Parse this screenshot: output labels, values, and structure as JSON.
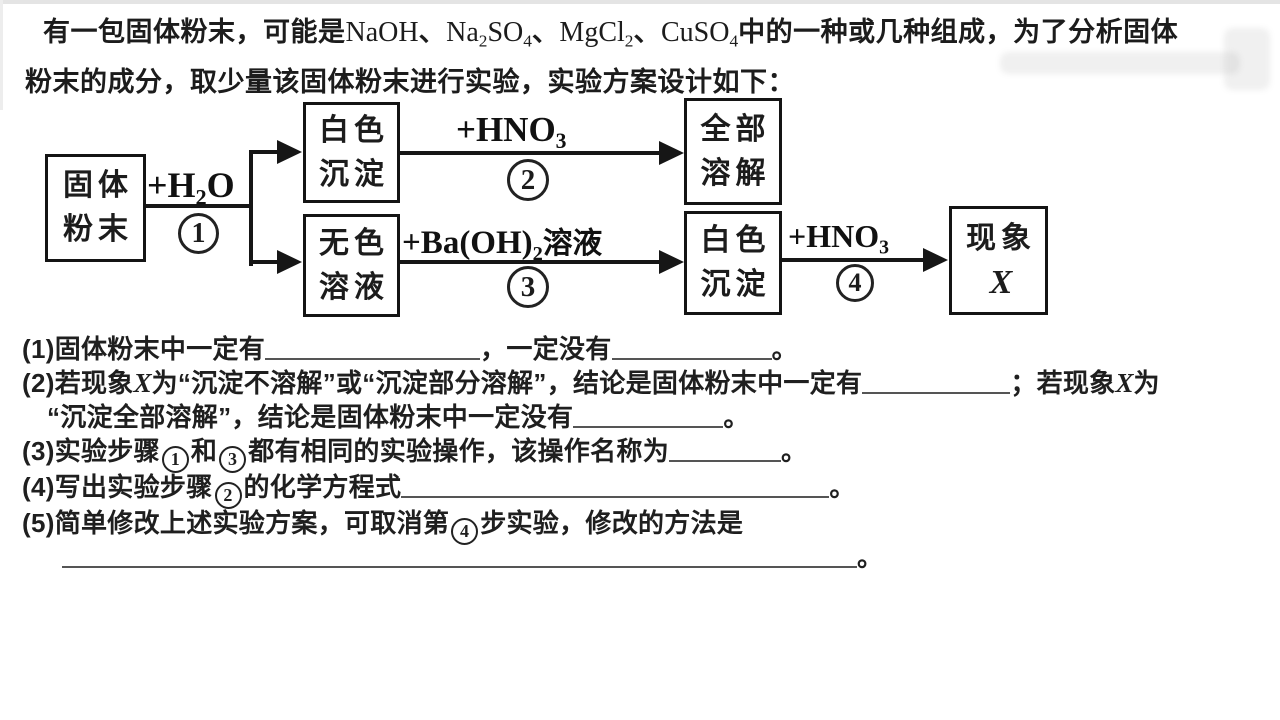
{
  "page": {
    "bg": "#ffffff",
    "ink": "#1c1c1c",
    "box_border": "#141414",
    "blank_line": "#555555"
  },
  "intro": {
    "l1_a": "有一包固体粉末，可能是",
    "chem1": "NaOH",
    "dun1": "、",
    "chem2_a": "Na",
    "chem2_s1": "2",
    "chem2_b": "SO",
    "chem2_s2": "4",
    "dun2": "、",
    "chem3_a": "MgCl",
    "chem3_s": "2",
    "dun3": "、",
    "chem4_a": "CuSO",
    "chem4_s": "4",
    "l1_b": "中的一种或几种组成，为了分析固体",
    "l2": "粉末的成分，取少量该固体粉末进行实验，实验方案设计如下："
  },
  "flowchart": {
    "solid_box": {
      "l1": "固体",
      "l2": "粉末"
    },
    "white_precip_1": {
      "l1": "白色",
      "l2": "沉淀"
    },
    "colorless_box": {
      "l1": "无色",
      "l2": "溶液"
    },
    "dissolve_box": {
      "l1": "全部",
      "l2": "溶解"
    },
    "white_precip_2": {
      "l1": "白色",
      "l2": "沉淀"
    },
    "phenomenon_box": {
      "l1": "现象",
      "l2": "X"
    },
    "step1": {
      "pre": "+H",
      "sub": "2",
      "post": "O",
      "num": "1"
    },
    "step2": {
      "pre": "+HNO",
      "sub": "3",
      "num": "2"
    },
    "step3": {
      "pre": "+Ba(OH)",
      "sub": "2",
      "post": "溶液",
      "num": "3"
    },
    "step4": {
      "pre": "+HNO",
      "sub": "3",
      "num": "4"
    }
  },
  "questions": {
    "q1": {
      "num": "(1)",
      "a": "固体粉末中一定有",
      "b": "，一定没有",
      "end": "。"
    },
    "q2": {
      "num": "(2)",
      "a": "若现象",
      "x1": "X",
      "b": "为“沉淀不溶解”或“沉淀部分溶解”，结论是固体粉末中一定有",
      "c": "；若现象",
      "x2": "X",
      "d": "为"
    },
    "q2b": {
      "a": "“沉淀全部溶解”，结论是固体粉末中一定没有",
      "end": "。"
    },
    "q3": {
      "num": "(3)",
      "a": "实验步骤",
      "n1": "1",
      "b": "和",
      "n2": "3",
      "c": "都有相同的实验操作，该操作名称为",
      "end": "。"
    },
    "q4": {
      "num": "(4)",
      "a": "写出实验步骤",
      "n1": "2",
      "b": "的化学方程式",
      "end": "。"
    },
    "q5": {
      "num": "(5)",
      "a": "简单修改上述实验方案，可取消第",
      "n1": "4",
      "b": "步实验，修改的方法是"
    },
    "q5b": {
      "end": "。"
    }
  }
}
